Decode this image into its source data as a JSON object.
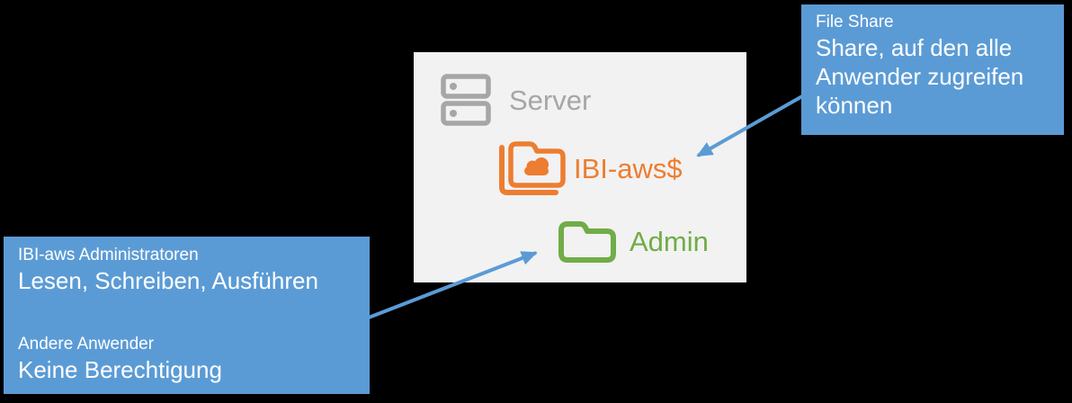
{
  "diagram": {
    "server_box": {
      "server_label": "Server",
      "file_share_label": "IBI-aws$",
      "admin_folder_label": "Admin"
    },
    "callout_file_share": {
      "title": "File Share",
      "description": "Share, auf den alle Anwender zugreifen können"
    },
    "callout_permissions": {
      "admins_group": "IBI-aws Administratoren",
      "admins_rights": "Lesen, Schreiben, Ausführen",
      "others_group": "Andere Anwender",
      "others_rights": "Keine Berechtigung"
    },
    "icons": {
      "server": "server-icon",
      "file_share": "shared-folder-cloud-icon",
      "admin": "folder-icon"
    },
    "colors": {
      "background": "#000000",
      "panel_background": "#F2F2F2",
      "server_gray": "#A6A6A6",
      "share_orange": "#ED7D31",
      "admin_green": "#70AD47",
      "callout_blue": "#5B9BD5",
      "callout_text": "#FFFFFF"
    }
  }
}
